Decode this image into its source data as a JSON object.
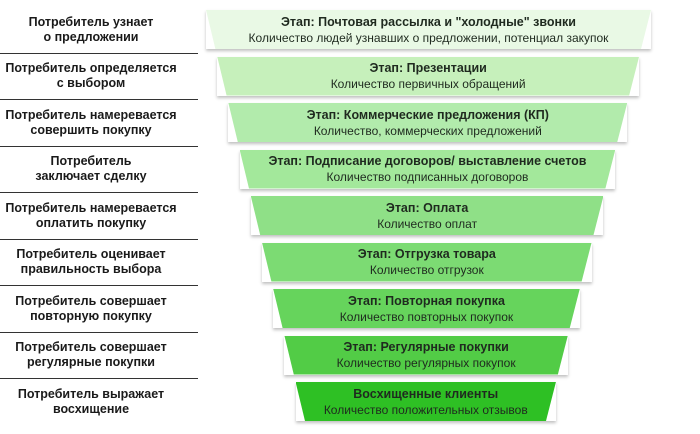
{
  "funnel": {
    "rows": [
      {
        "left": [
          "Потребитель узнает",
          "о предложении"
        ],
        "stage": "Этап: Почтовая рассылка и \"холодные\" звонки",
        "metric": "Количество людей  узнавших о предложении, потенциал закупок",
        "color": "#e9f9e5"
      },
      {
        "left": [
          "Потребитель определяется",
          "с выбором"
        ],
        "stage": "Этап: Презентации",
        "metric": "Количество первичных обращений",
        "color": "#c6f0bb"
      },
      {
        "left": [
          "Потребитель намеревается",
          "совершить покупку"
        ],
        "stage": "Этап: Коммерческие предложения (КП)",
        "metric": "Количество, коммерческих предложений",
        "color": "#b2ebac"
      },
      {
        "left": [
          "Потребитель",
          "заключает сделку"
        ],
        "stage": "Этап: Подписание договоров/ выставление счетов",
        "metric": "Количество подписанных договоров",
        "color": "#a3e89b"
      },
      {
        "left": [
          "Потребитель намеревается",
          "оплатить покупку"
        ],
        "stage": "Этап: Оплата",
        "metric": "Количество оплат",
        "color": "#8fe087"
      },
      {
        "left": [
          "Потребитель  оценивает",
          "правильность выбора"
        ],
        "stage": "Этап: Отгрузка товара",
        "metric": "Количество отгрузок",
        "color": "#7cdb73"
      },
      {
        "left": [
          "Потребитель совершает",
          "повторную покупку"
        ],
        "stage": "Этап: Повторная покупка",
        "metric": "Количество повторных покупок",
        "color": "#66d45c"
      },
      {
        "left": [
          "Потребитель совершает",
          "регулярные покупки"
        ],
        "stage": "Этап: Регулярные покупки",
        "metric": "Количество регулярных покупок",
        "color": "#52cc46"
      },
      {
        "left": [
          "Потребитель выражает",
          "восхищение"
        ],
        "stage": "Восхищенные клиенты",
        "metric": "Количество положительных отзывов",
        "color": "#2ec024"
      }
    ]
  }
}
